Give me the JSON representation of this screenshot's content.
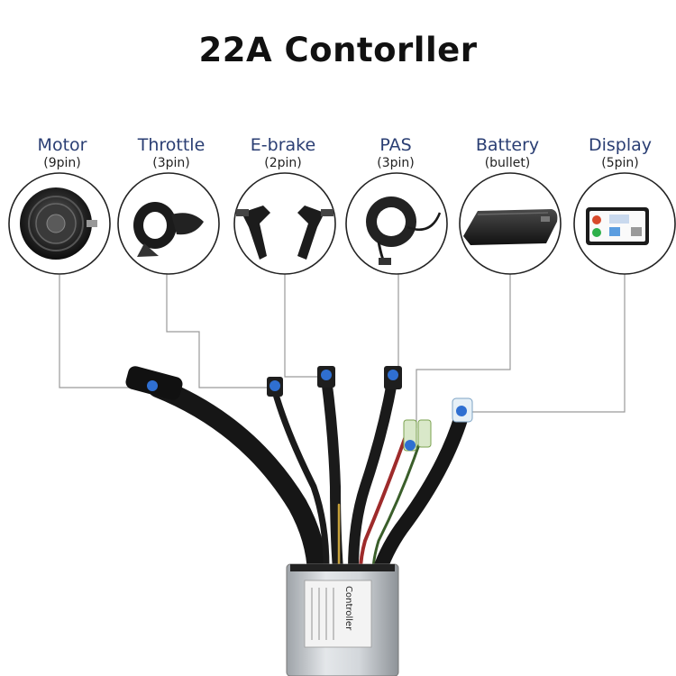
{
  "title": "22A Contorller",
  "components": [
    {
      "name": "Motor",
      "pins": "(9pin)",
      "icon": "hub-motor-icon"
    },
    {
      "name": "Throttle",
      "pins": "(3pin)",
      "icon": "thumb-throttle-icon"
    },
    {
      "name": "E-brake",
      "pins": "(2pin)",
      "icon": "brake-levers-icon"
    },
    {
      "name": "PAS",
      "pins": "(3pin)",
      "icon": "pas-sensor-icon"
    },
    {
      "name": "Battery",
      "pins": "(bullet)",
      "icon": "battery-pack-icon"
    },
    {
      "name": "Display",
      "pins": "(5pin)",
      "icon": "lcd-display-icon"
    }
  ],
  "controller_label": "Controller",
  "colors": {
    "title": "#111111",
    "label": "#2a3e73",
    "connector": "#2f6fd1",
    "cable": "#1a1a1a",
    "leader_line": "#9a9a9a"
  }
}
